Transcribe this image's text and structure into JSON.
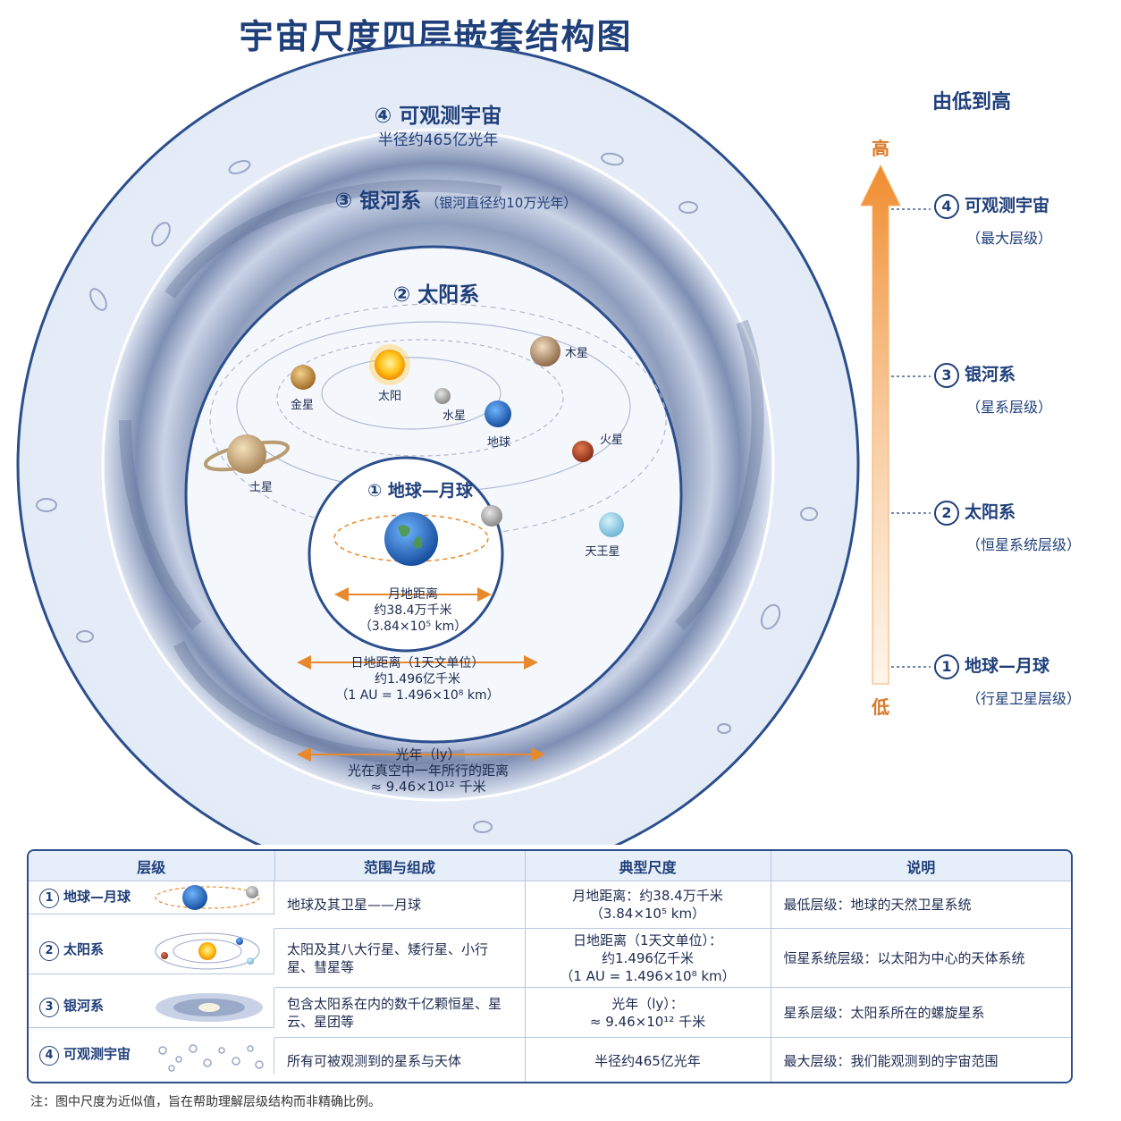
{
  "title": "宇宙尺度四层嵌套结构图",
  "subtitle": "由低到高的层级关系",
  "rings": {
    "universe": {
      "title": "④ 可观测宇宙",
      "sub": "半径约465亿光年"
    },
    "galaxy": {
      "title": "③ 银河系",
      "sub": "（银河直径约10万光年）"
    },
    "solar": {
      "title": "② 太阳系"
    },
    "earth": {
      "title": "① 地球—月球"
    }
  },
  "planets": {
    "sun": "太阳",
    "mercury": "水星",
    "venus": "金星",
    "earth": "地球",
    "mars": "火星",
    "jupiter": "木星",
    "saturn": "土星",
    "uranus": "天王星"
  },
  "measures": {
    "moon": [
      "月地距离",
      "约38.4万千米",
      "（3.84×10⁵ km）"
    ],
    "au": [
      "日地距离（1天文单位）",
      "约1.496亿千米",
      "（1 AU = 1.496×10⁸ km）"
    ],
    "ly": [
      "光年（ly）",
      "光在真空中一年所行的距离",
      "≈ 9.46×10¹² 千米"
    ]
  },
  "scale": {
    "heading": "由低到高",
    "high": "高",
    "low": "低",
    "levels": [
      {
        "num": "4",
        "name": "可观测宇宙",
        "sub": "（最大层级）"
      },
      {
        "num": "3",
        "name": "银河系",
        "sub": "（星系层级）"
      },
      {
        "num": "2",
        "name": "太阳系",
        "sub": "（恒星系统层级）"
      },
      {
        "num": "1",
        "name": "地球—月球",
        "sub": "（行星卫星层级）"
      }
    ]
  },
  "table": {
    "headers": [
      "层级",
      "范围与组成",
      "典型尺度",
      "说明"
    ],
    "rows": [
      {
        "num": "1",
        "name": "地球—月球",
        "scope": "地球及其卫星——月球",
        "scale": [
          "月地距离：约38.4万千米",
          "（3.84×10⁵ km）"
        ],
        "desc": "最低层级：地球的天然卫星系统"
      },
      {
        "num": "2",
        "name": "太阳系",
        "scope": "太阳及其八大行星、矮行星、小行星、彗星等",
        "scale": [
          "日地距离（1天文单位）：",
          "约1.496亿千米",
          "（1 AU = 1.496×10⁸ km）"
        ],
        "desc": "恒星系统层级：以太阳为中心的天体系统"
      },
      {
        "num": "3",
        "name": "银河系",
        "scope": "包含太阳系在内的数千亿颗恒星、星云、星团等",
        "scale": [
          "光年（ly）：",
          "≈ 9.46×10¹² 千米"
        ],
        "desc": "星系层级：太阳系所在的螺旋星系"
      },
      {
        "num": "4",
        "name": "可观测宇宙",
        "scope": "所有可被观测到的星系与天体",
        "scale": [
          "半径约465亿光年"
        ],
        "desc": "最大层级：我们能观测到的宇宙范围"
      }
    ]
  },
  "note": "注：图中尺度为近似值，旨在帮助理解层级结构而非精确比例。",
  "colors": {
    "navy": "#1f3f7a",
    "orange": "#e8892e",
    "ring": "#2b4e8c"
  }
}
